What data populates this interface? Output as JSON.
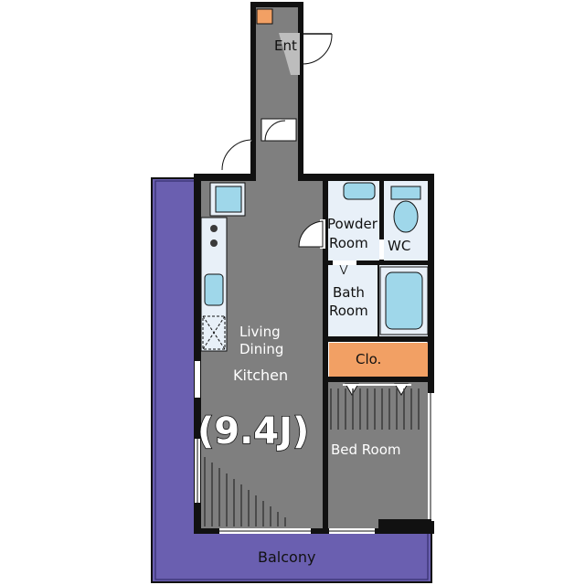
{
  "rooms": {
    "entrance": "Ent",
    "ldk_line1": "Living",
    "ldk_line2": "Dining",
    "ldk_line3": "Kitchen",
    "ldk_size": "(9.4J)",
    "powder_line1": "Powder",
    "powder_line2": "Room",
    "wc": "WC",
    "bath_line1": "Bath",
    "bath_line2": "Room",
    "closet": "Clo.",
    "bedroom": "Bed Room",
    "balcony": "Balcony"
  },
  "colors": {
    "floor": "#7f7f7f",
    "wet_area": "#e8f0f8",
    "fixture": "#9fd7ea",
    "closet": "#f2a064",
    "balcony": "#6a5fb0",
    "wall": "#111111",
    "entrance_mark": "#f2a064"
  }
}
